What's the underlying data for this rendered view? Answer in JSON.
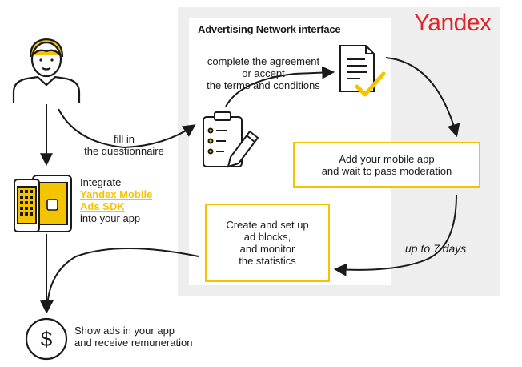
{
  "colors": {
    "accent_yellow": "#f5c400",
    "panel_gray": "#eeeeee",
    "logo_red": "#e2232a",
    "line": "#1a1a1a"
  },
  "brand": {
    "logo_text": "Yandex"
  },
  "panel": {
    "title": "Advertising Network interface"
  },
  "steps": {
    "fill_questionnaire": [
      "fill in",
      "the questionnaire"
    ],
    "agreement": [
      "complete the agreement",
      "or accept",
      "the terms and conditions"
    ],
    "add_app": [
      "Add your mobile app",
      "and wait to pass moderation"
    ],
    "create_blocks": [
      "Create and set up",
      "ad blocks,",
      "and monitor",
      "the statistics"
    ],
    "duration": "up to 7 days",
    "integrate_prefix": "Integrate",
    "integrate_link": [
      "Yandex Mobile",
      "Ads SDK"
    ],
    "integrate_suffix": "into your app",
    "show_ads": [
      "Show ads in your app",
      "and receive remuneration"
    ]
  },
  "icons": {
    "user": "user-icon",
    "devices": "mobile-devices-icon",
    "questionnaire": "clipboard-pencil-icon",
    "agreement": "document-check-icon",
    "money": "dollar-coin-icon"
  }
}
